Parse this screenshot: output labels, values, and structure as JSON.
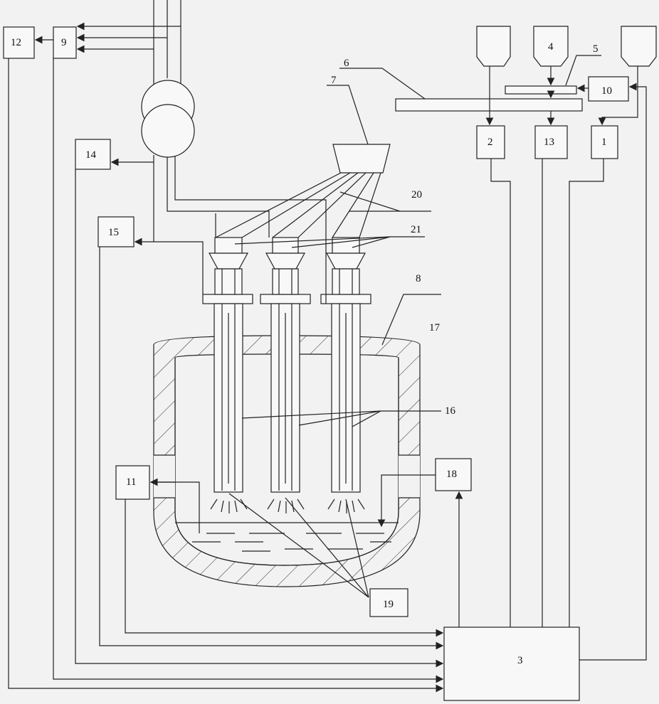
{
  "diagram": {
    "box_labels": {
      "b12": "12",
      "b9": "9",
      "b14": "14",
      "b15": "15",
      "b11": "11",
      "b18": "18",
      "b19": "19",
      "b3": "3",
      "b2": "2",
      "b13": "13",
      "b1": "1",
      "b10": "10",
      "b4": "4"
    },
    "callouts": {
      "c6": "6",
      "c7": "7",
      "c5": "5",
      "c20": "20",
      "c21": "21",
      "c8": "8",
      "c17": "17",
      "c16": "16"
    }
  }
}
